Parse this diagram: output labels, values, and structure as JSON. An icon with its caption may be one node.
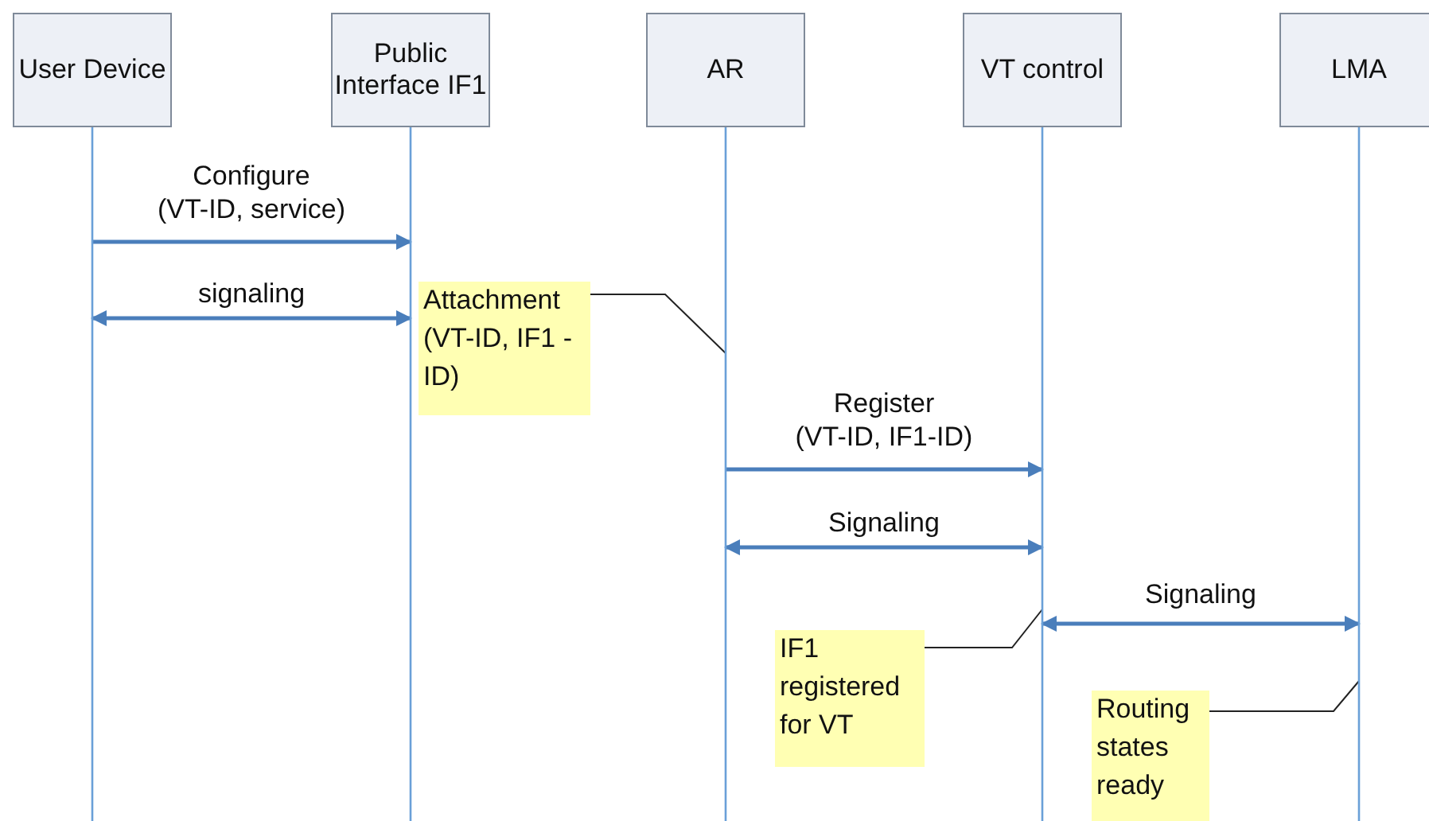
{
  "diagram": {
    "nodes": [
      {
        "text": [
          "User Device"
        ]
      },
      {
        "text": [
          "Public Interface IF1"
        ]
      },
      {
        "text": [
          "AR"
        ]
      },
      {
        "text": [
          "VT control"
        ]
      },
      {
        "text": [
          "LMA"
        ]
      },
      {
        "text": [
          "Attachment (VT-ID, IF1 -ID)"
        ]
      },
      {
        "text": [
          "IF1 registered for VT"
        ]
      },
      {
        "text": [
          "Routing states ready"
        ]
      }
    ],
    "edges": [
      {
        "from": 0,
        "to": 1,
        "arrow": "to",
        "label": "Configure (VT-ID, service)"
      },
      {
        "from": 0,
        "to": 1,
        "arrow": "both",
        "label": "signaling"
      },
      {
        "from": 2,
        "to": 3,
        "arrow": "to",
        "label": "Register (VT-ID, IF1-ID)"
      },
      {
        "from": 2,
        "to": 3,
        "arrow": "both",
        "label": "Signaling"
      },
      {
        "from": 3,
        "to": 4,
        "arrow": "both",
        "label": "Signaling"
      },
      {
        "from": 5,
        "to": 2,
        "arrow": "none",
        "color": "#222222"
      },
      {
        "from": 6,
        "to": 3,
        "arrow": "none",
        "color": "#222222"
      },
      {
        "from": 7,
        "to": 4,
        "arrow": "none",
        "color": "#222222"
      }
    ]
  }
}
